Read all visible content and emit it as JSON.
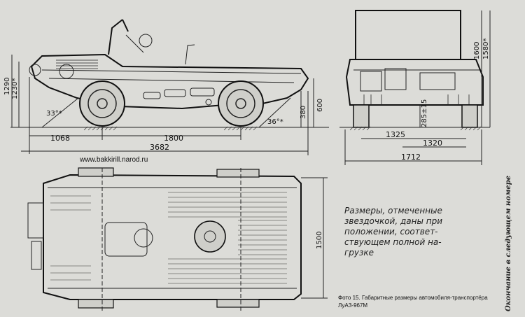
{
  "dimensions": {
    "side": {
      "front_overhang": "1068",
      "wheelbase": "1800",
      "overall_length": "3682",
      "height_1290": "1290",
      "height_1230": "1230*",
      "ground_clearance": "380",
      "frame_height": "600",
      "approach_angle": "33°*",
      "departure_angle": "36°*"
    },
    "front": {
      "track": "1325",
      "track_rear": "1320",
      "overall_width": "1712",
      "height_1600": "1600",
      "height_1580": "1580*",
      "clearance": "285±15"
    },
    "top": {
      "width": "1500"
    }
  },
  "site_url": "www.bakkirill.narod.ru",
  "note": "Размеры, отмеченные\nзвездочкой, даны при\nположении, соответ-\nствующем полной на-\nгрузке",
  "caption": "Фото 15. Габаритные размеры автомобиля-транспортёра ЛуАЗ-967М",
  "side_note": "Окончание в следующем номере"
}
